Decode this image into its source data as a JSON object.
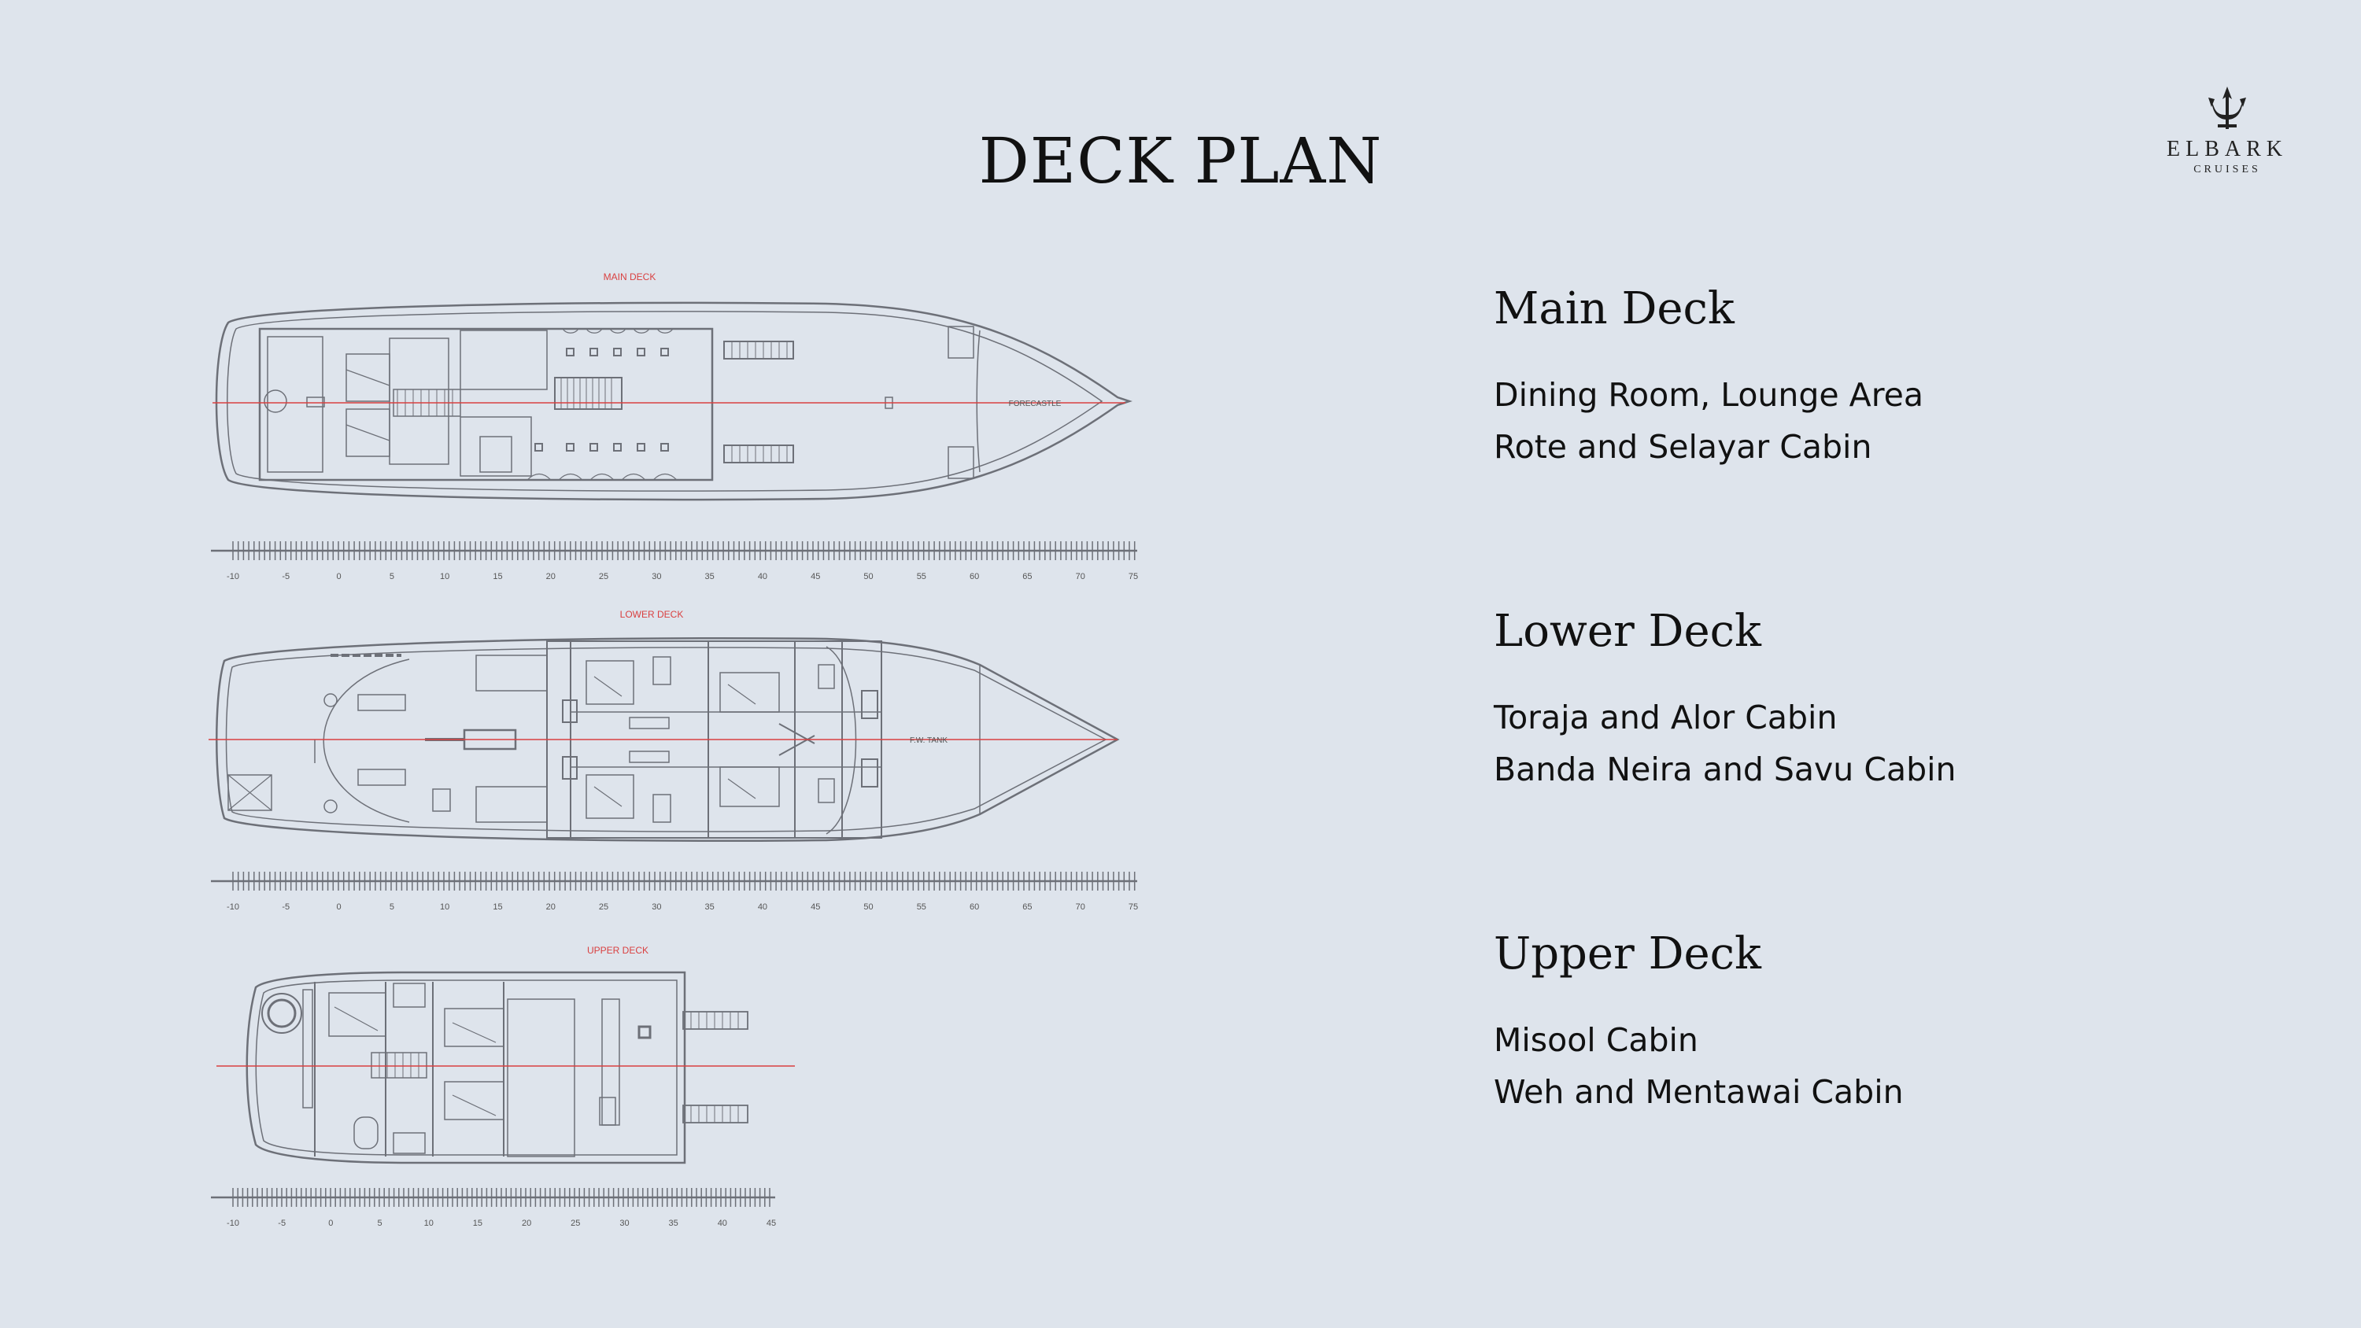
{
  "page": {
    "title": "DECK PLAN"
  },
  "logo": {
    "name": "ELBARK",
    "subtitle": "CRUISES"
  },
  "colors": {
    "background": "#dee4ec",
    "line": "#6d7078",
    "centerline": "#d94040"
  },
  "decks": [
    {
      "title": "Main Deck",
      "lines": [
        "Dining Room, Lounge Area",
        "Rote and Selayar Cabin"
      ]
    },
    {
      "title": "Lower Deck",
      "lines": [
        "Toraja and Alor Cabin",
        "Banda Neira and Savu Cabin"
      ]
    },
    {
      "title": "Upper Deck",
      "lines": [
        "Misool Cabin",
        "Weh and Mentawai Cabin"
      ]
    }
  ],
  "drawings": {
    "main": {
      "label": "MAIN DECK",
      "note": "FORECASTLE"
    },
    "lower": {
      "label": "LOWER DECK",
      "note": "F.W. TANK"
    },
    "upper": {
      "label": "UPPER DECK"
    }
  },
  "scales": {
    "long": [
      "-10",
      "-5",
      "0",
      "5",
      "10",
      "15",
      "20",
      "25",
      "30",
      "35",
      "40",
      "45",
      "50",
      "55",
      "60",
      "65",
      "70",
      "75"
    ],
    "short": [
      "-10",
      "-5",
      "0",
      "5",
      "10",
      "15",
      "20",
      "25",
      "30",
      "35",
      "40",
      "45"
    ]
  }
}
